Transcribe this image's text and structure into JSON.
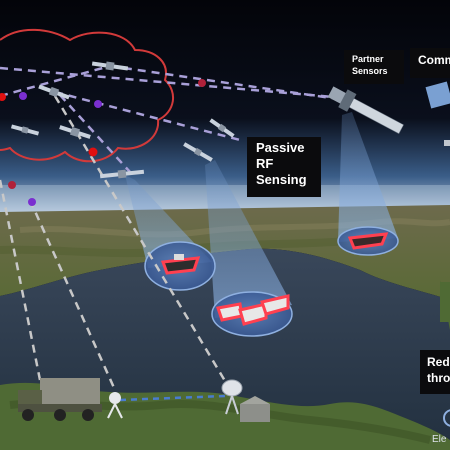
{
  "labels": {
    "passive_line1": "Passive",
    "passive_line2": "RF",
    "passive_line3": "Sensing",
    "partner_line1": "Partner",
    "partner_line2": "Sensors",
    "comm": "Comm",
    "red_line1": "Red",
    "red_line2": "thro",
    "elev": "Ele"
  },
  "colors": {
    "cloud_outline": "#d23a3a",
    "link_dashed": "#a9a0d8",
    "ground_link": "#c8c8c8",
    "node_red": "#e01010",
    "node_purple": "#7a2fd0",
    "target_ring": "#e03040",
    "sensor_beam": "#7fa6d6",
    "label_bg": "#0b0b0d"
  }
}
